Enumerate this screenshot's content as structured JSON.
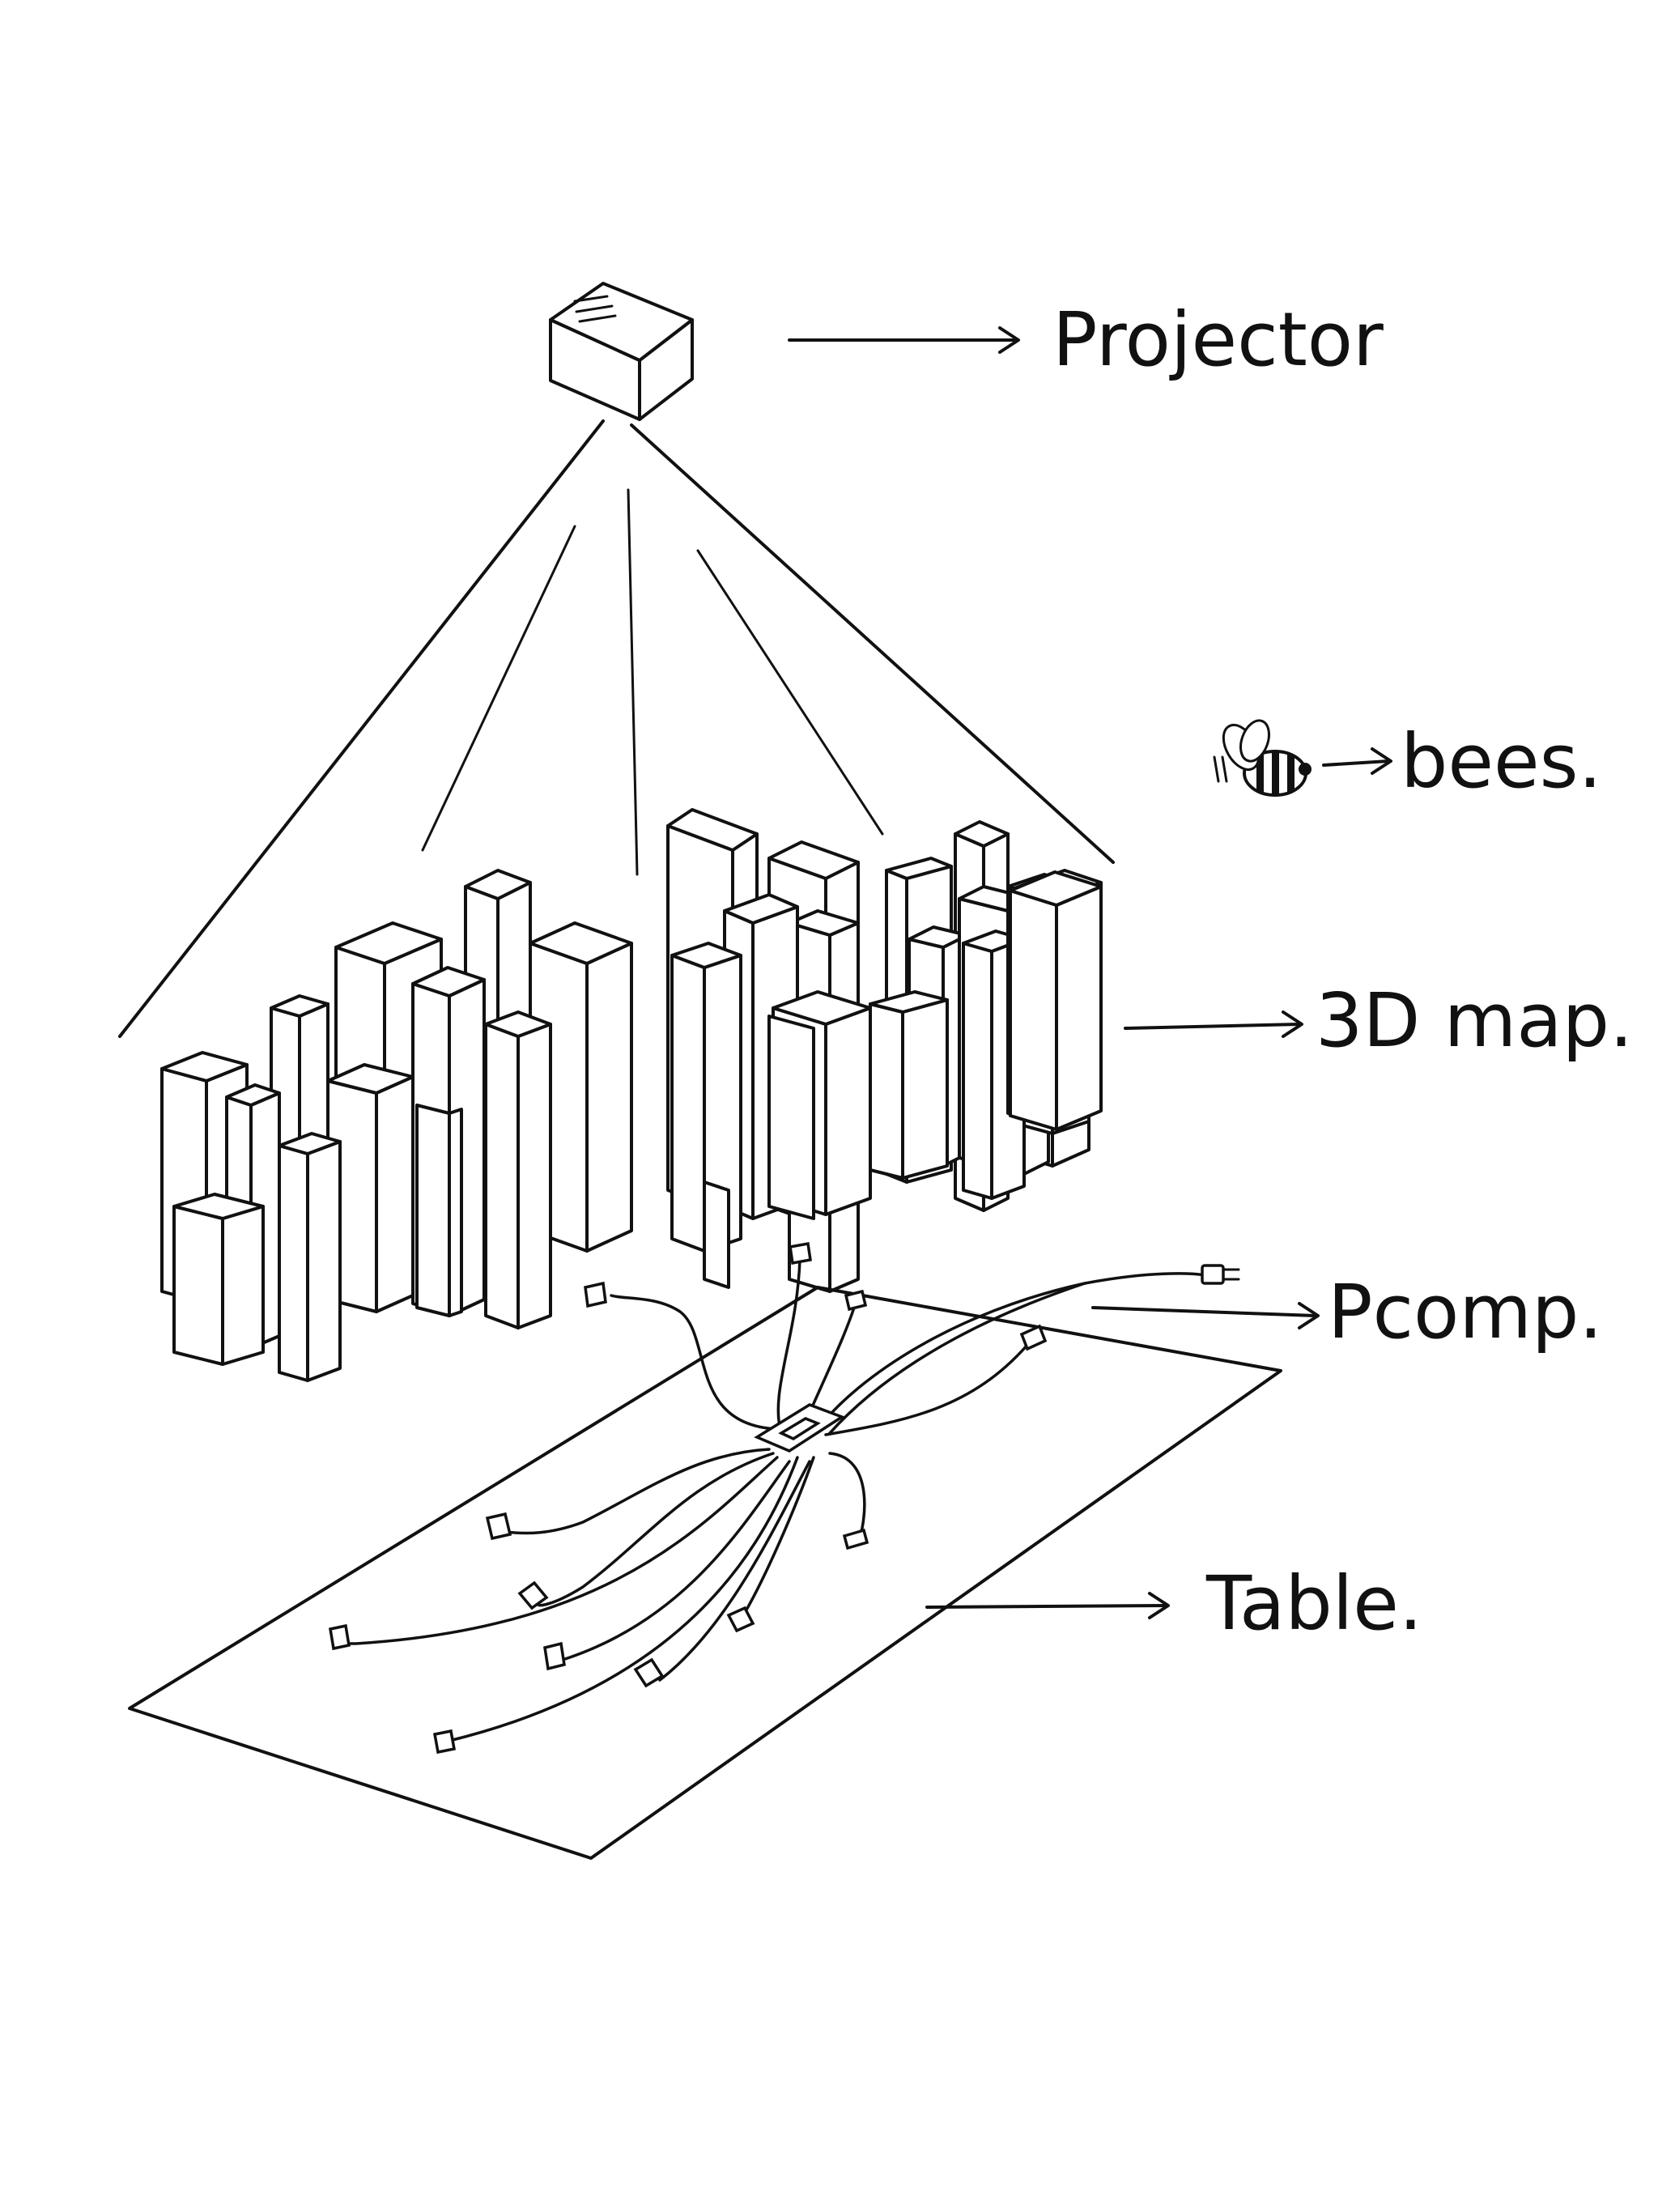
{
  "labels": {
    "projector": "Projector",
    "bees": "bees.",
    "map": "3D map.",
    "pcomp": "Pcomp.",
    "table": "Table."
  },
  "icons": {
    "projector": "projector-box",
    "bee": "bee-icon",
    "plug": "power-plug-icon"
  },
  "colors": {
    "ink": "#111111",
    "paper": "#ffffff"
  }
}
